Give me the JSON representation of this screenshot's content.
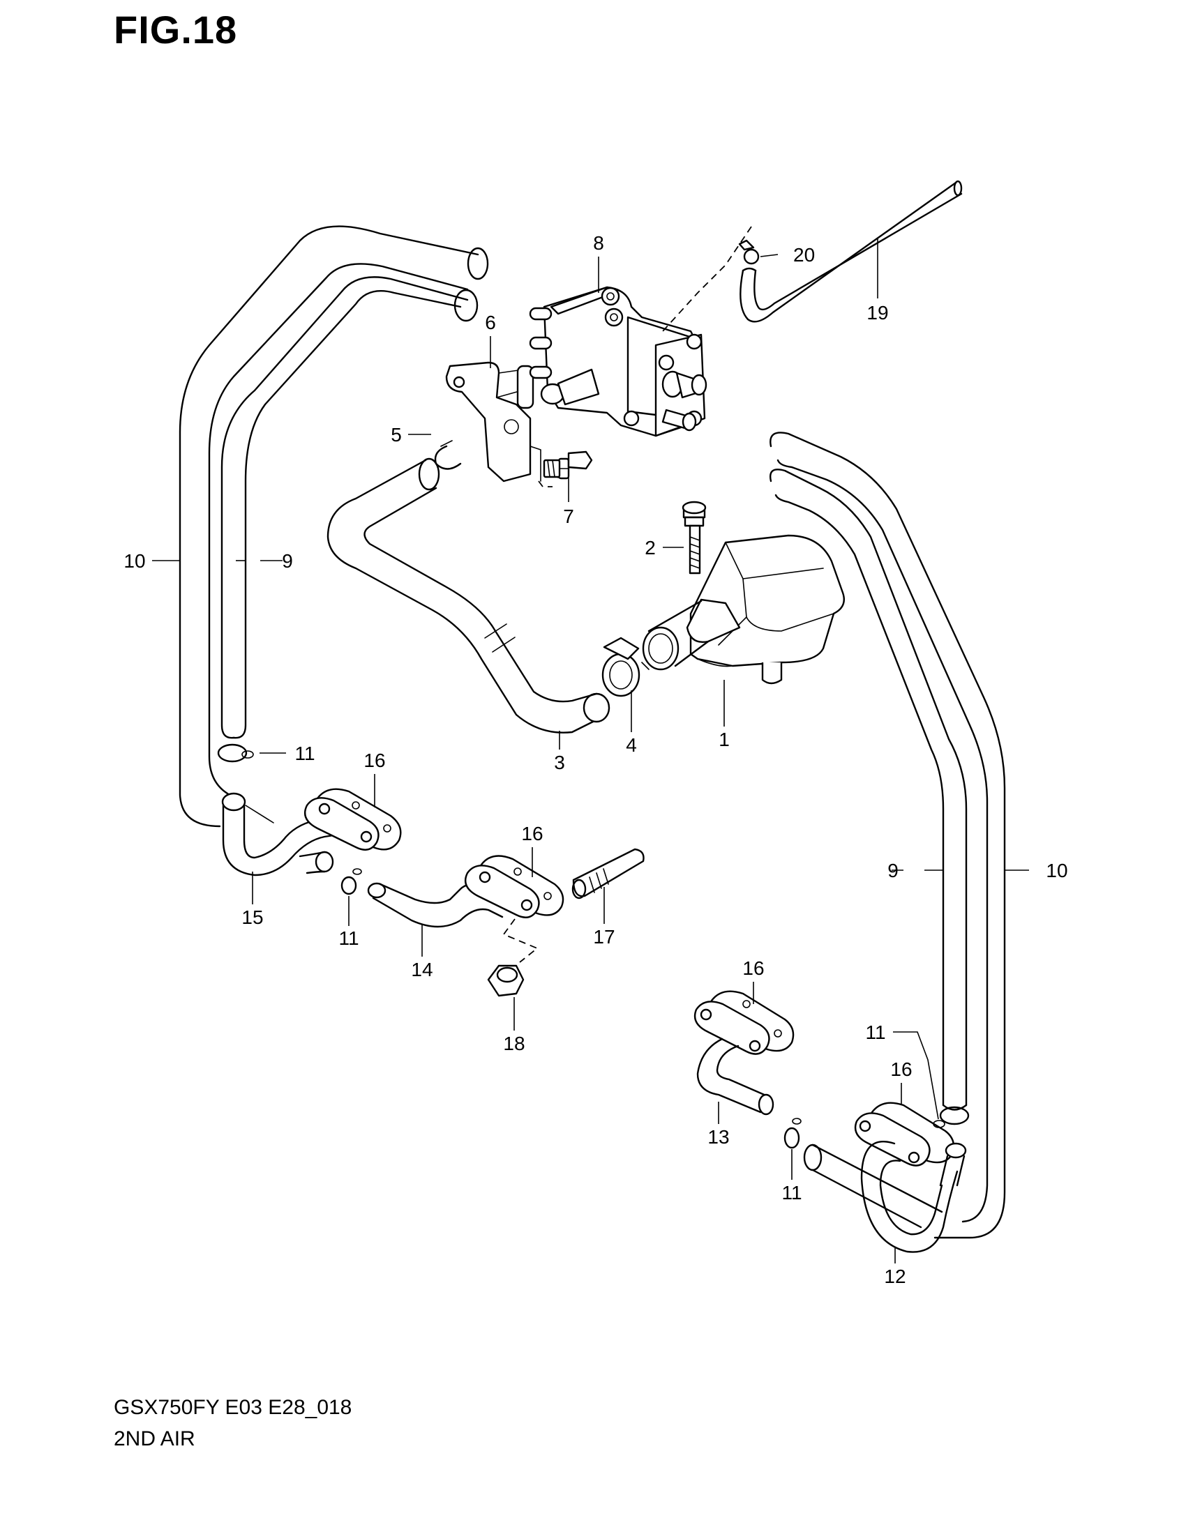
{
  "figure": {
    "title": "FIG.18",
    "model_code": "GSX750FY E03 E28_018",
    "section_name": "2ND AIR"
  },
  "callouts": {
    "c1": "1",
    "c2": "2",
    "c3": "3",
    "c4": "4",
    "c5": "5",
    "c6": "6",
    "c7": "7",
    "c8": "8",
    "c9a": "9",
    "c9b": "9",
    "c10a": "10",
    "c10b": "10",
    "c11a": "11",
    "c11b": "11",
    "c11c": "11",
    "c11d": "11",
    "c12": "12",
    "c13": "13",
    "c14": "14",
    "c15": "15",
    "c16a": "16",
    "c16b": "16",
    "c16c": "16",
    "c16d": "16",
    "c17": "17",
    "c18": "18",
    "c19": "19",
    "c20": "20"
  }
}
